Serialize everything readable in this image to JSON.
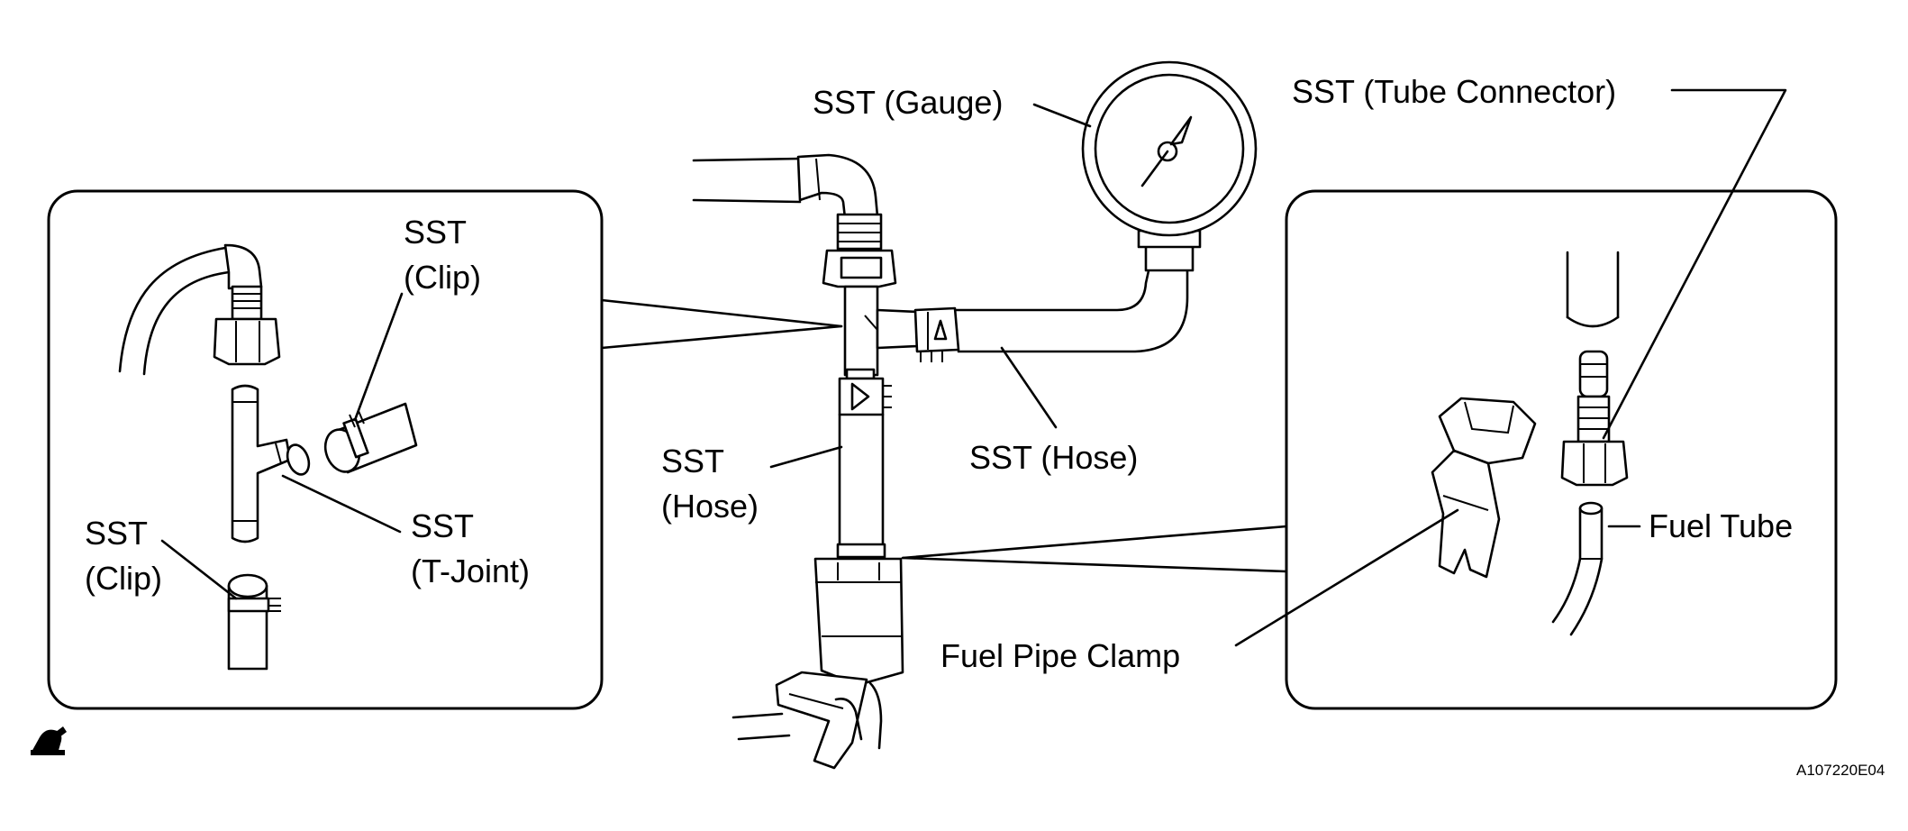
{
  "labels": {
    "gauge": "SST (Gauge)",
    "tube_connector": "SST (Tube Connector)",
    "clip_top_1": "SST",
    "clip_top_2": "(Clip)",
    "clip_bottom_1": "SST",
    "clip_bottom_2": "(Clip)",
    "tjoint_1": "SST",
    "tjoint_2": "(T-Joint)",
    "hose_left_1": "SST",
    "hose_left_2": "(Hose)",
    "hose_right": "SST (Hose)",
    "fuel_pipe_clamp": "Fuel Pipe Clamp",
    "fuel_tube": "Fuel Tube",
    "figure_code": "A107220E04"
  },
  "icons": {
    "corner": "hand-pointer-icon"
  }
}
